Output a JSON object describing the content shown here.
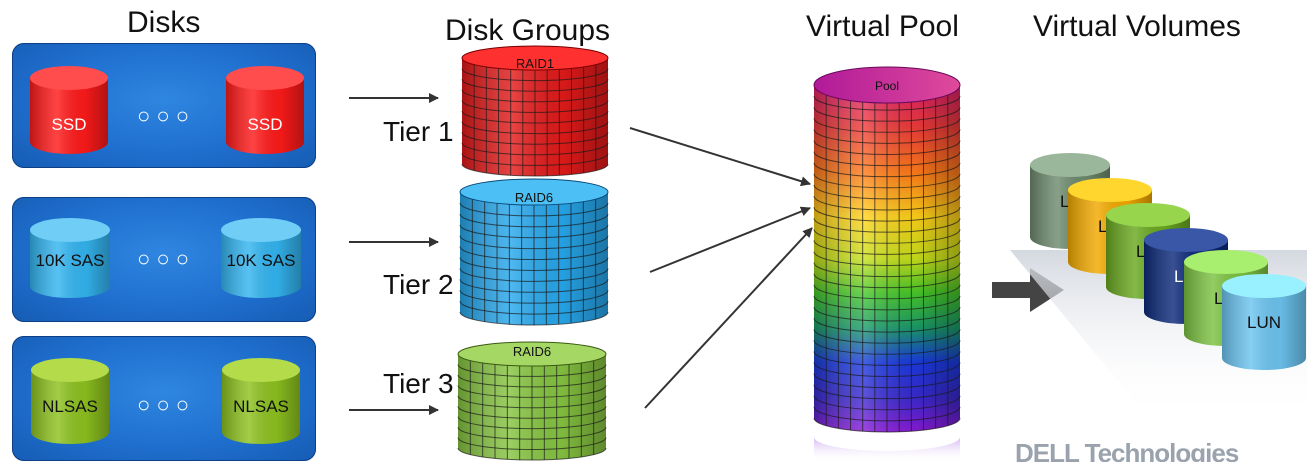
{
  "headings": {
    "disks": "Disks",
    "disk_groups": "Disk Groups",
    "virtual_pool": "Virtual Pool",
    "virtual_volumes": "Virtual Volumes"
  },
  "disk_rows": [
    {
      "disk_label": "SSD",
      "color": "#ff1a1a",
      "dots": "○ ○ ○"
    },
    {
      "disk_label": "10K SAS",
      "color": "#33b5f0",
      "dots": "○ ○ ○"
    },
    {
      "disk_label": "NLSAS",
      "color": "#8dc21f",
      "dots": "○ ○ ○"
    }
  ],
  "tiers": [
    {
      "label": "Tier 1",
      "raid": "RAID1",
      "color": "#e21a1a"
    },
    {
      "label": "Tier 2",
      "raid": "RAID6",
      "color": "#27a7ec"
    },
    {
      "label": "Tier 3",
      "raid": "RAID6",
      "color": "#86c441"
    }
  ],
  "pool": {
    "label": "Pool"
  },
  "volumes": [
    {
      "label": "L",
      "color": "#6e8a6e"
    },
    {
      "label": "L",
      "color": "#f2a900"
    },
    {
      "label": "L",
      "color": "#6aa820"
    },
    {
      "label": "L",
      "color": "#0d2a7a"
    },
    {
      "label": "L",
      "color": "#7cc242"
    },
    {
      "label": "LUN",
      "color": "#6cc4f0"
    }
  ],
  "logo": {
    "text": "DELL Technologies"
  },
  "colors": {
    "panel": "#1f6fcf",
    "arrow": "#333333",
    "big_arrow": "#444444"
  }
}
